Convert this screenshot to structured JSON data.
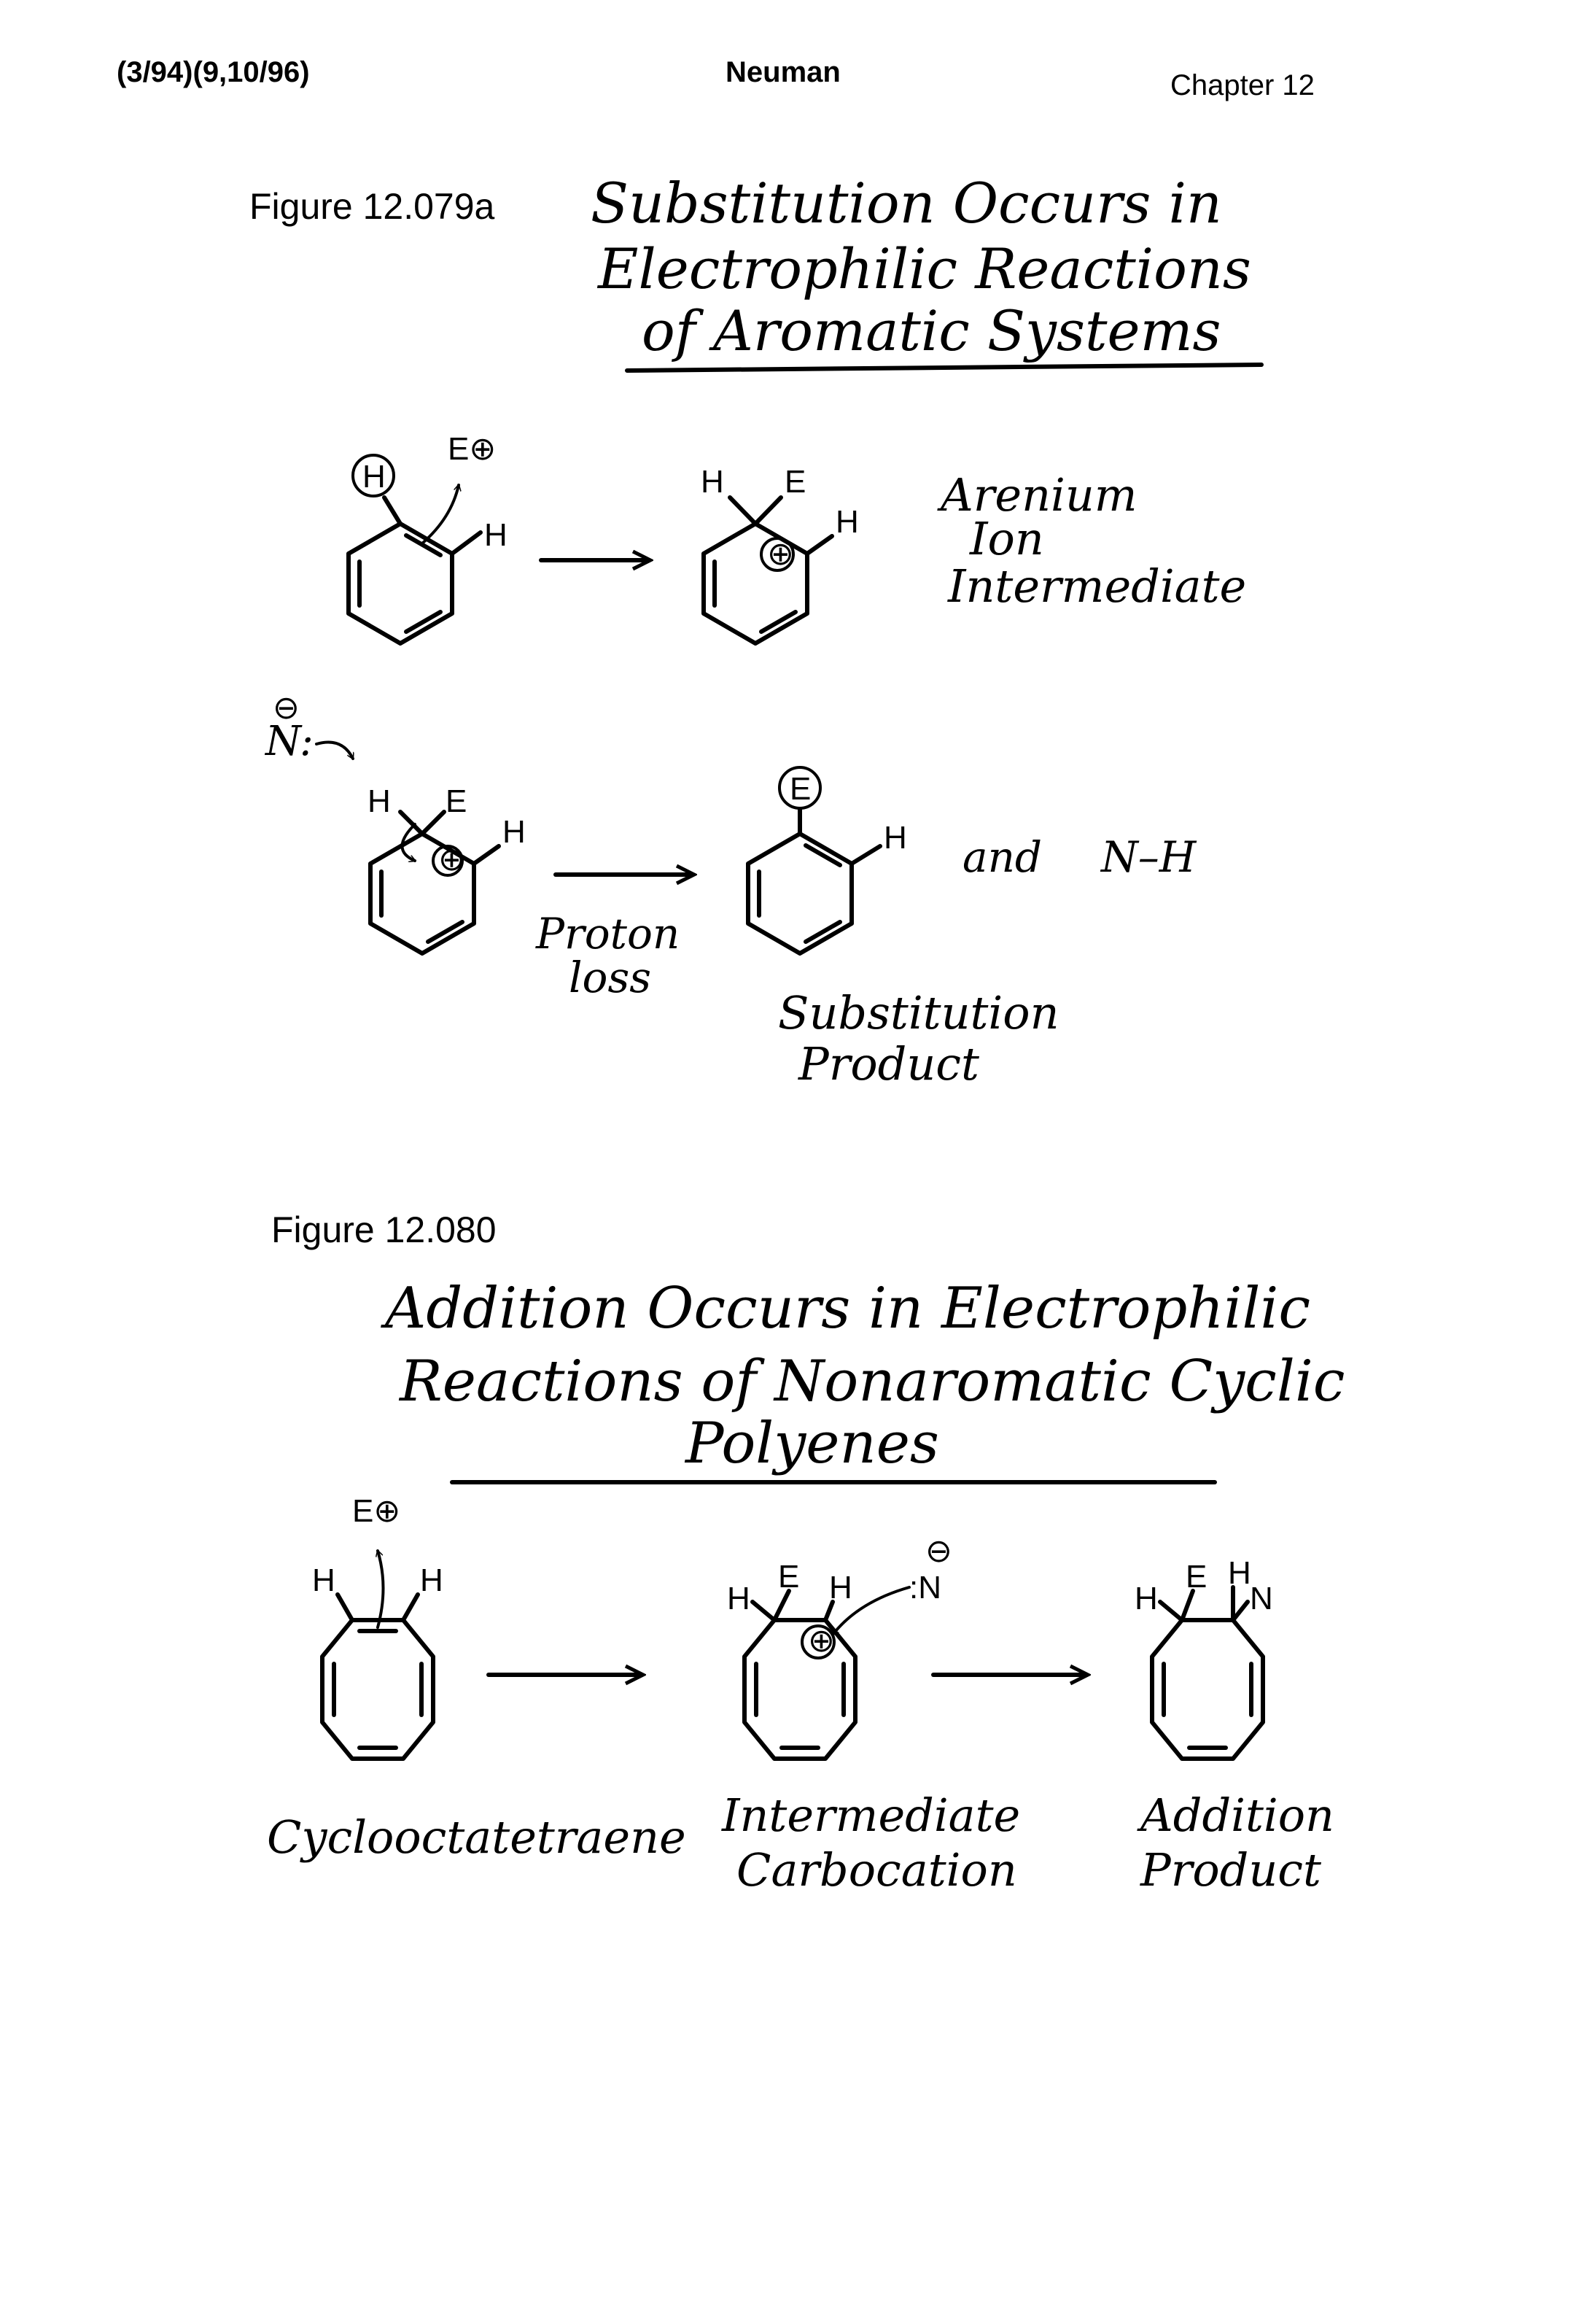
{
  "header": {
    "left": "(3/94)(9,10/96)",
    "center": "Neuman",
    "right": "Chapter 12"
  },
  "figure_a": {
    "label": "Figure 12.079a",
    "title_lines": [
      "Substitution Occurs in",
      "Electrophilic Reactions",
      "of Aromatic Systems"
    ],
    "atoms": {
      "H": "H",
      "E": "E",
      "E_plus": "E⊕",
      "N_minus": "N:",
      "plus": "⊕",
      "minus": "⊖"
    },
    "arenium_label": [
      "Arenium",
      "Ion",
      "Intermediate"
    ],
    "proton_loss": [
      "Proton",
      "loss"
    ],
    "and_text": "and",
    "nh_text": "N–H",
    "product_label": [
      "Substitution",
      "Product"
    ]
  },
  "figure_b": {
    "label": "Figure 12.080",
    "title_lines": [
      "Addition Occurs in Electrophilic",
      "Reactions of Nonaromatic Cyclic",
      "Polyenes"
    ],
    "atoms": {
      "H": "H",
      "E": "E",
      "E_plus": "E⊕",
      "N": "N",
      "N_colon": ":N",
      "plus": "⊕",
      "minus": "⊖"
    },
    "labels": {
      "start": "Cyclooctatetraene",
      "intermediate": [
        "Intermediate",
        "Carbocation"
      ],
      "product": [
        "Addition",
        "Product"
      ]
    }
  }
}
